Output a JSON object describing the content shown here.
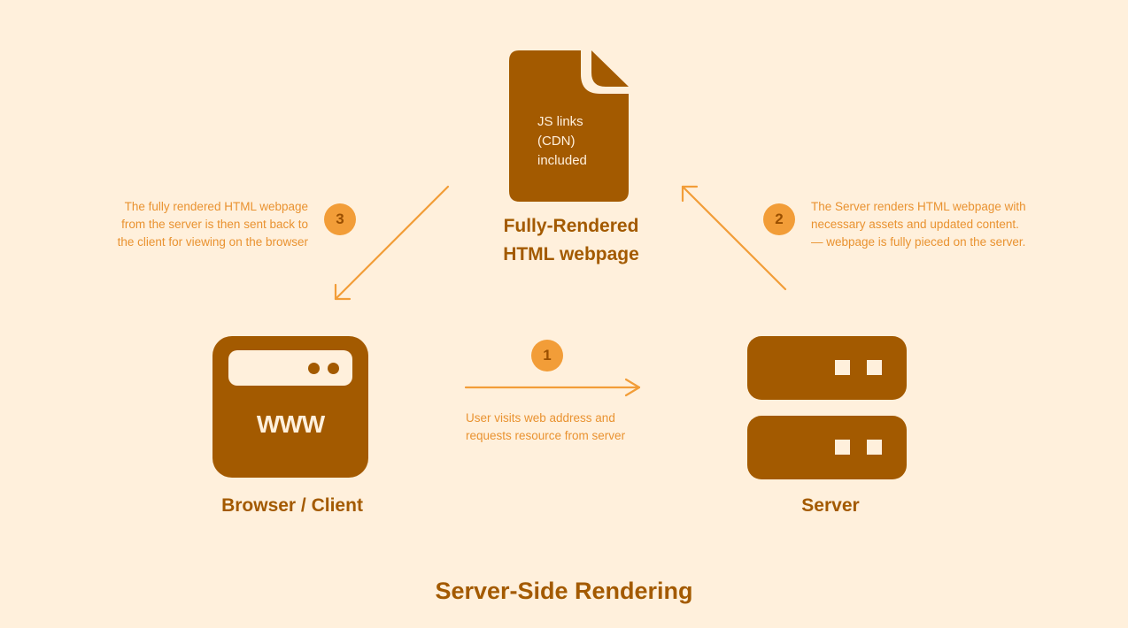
{
  "title": "Server-Side Rendering",
  "document": {
    "icon": "document-icon",
    "text": "JS links\n(CDN)\nincluded",
    "label": "Fully-Rendered\nHTML webpage"
  },
  "browser": {
    "icon": "browser-window-icon",
    "text": "WWW",
    "label": "Browser / Client"
  },
  "server": {
    "icon": "server-rack-icon",
    "label": "Server"
  },
  "steps": [
    {
      "number": "1",
      "text": "User visits web address and\nrequests resource from server"
    },
    {
      "number": "2",
      "text": "The Server renders HTML webpage with\nnecessary assets and updated content.\n— webpage is fully pieced on the server."
    },
    {
      "number": "3",
      "text": "The fully rendered HTML webpage\nfrom the server is then sent back to\nthe client for viewing on the browser"
    }
  ],
  "colors": {
    "background": "#fff0dc",
    "primary": "#a35a00",
    "accent": "#f29d38",
    "annotation": "#e99230"
  }
}
